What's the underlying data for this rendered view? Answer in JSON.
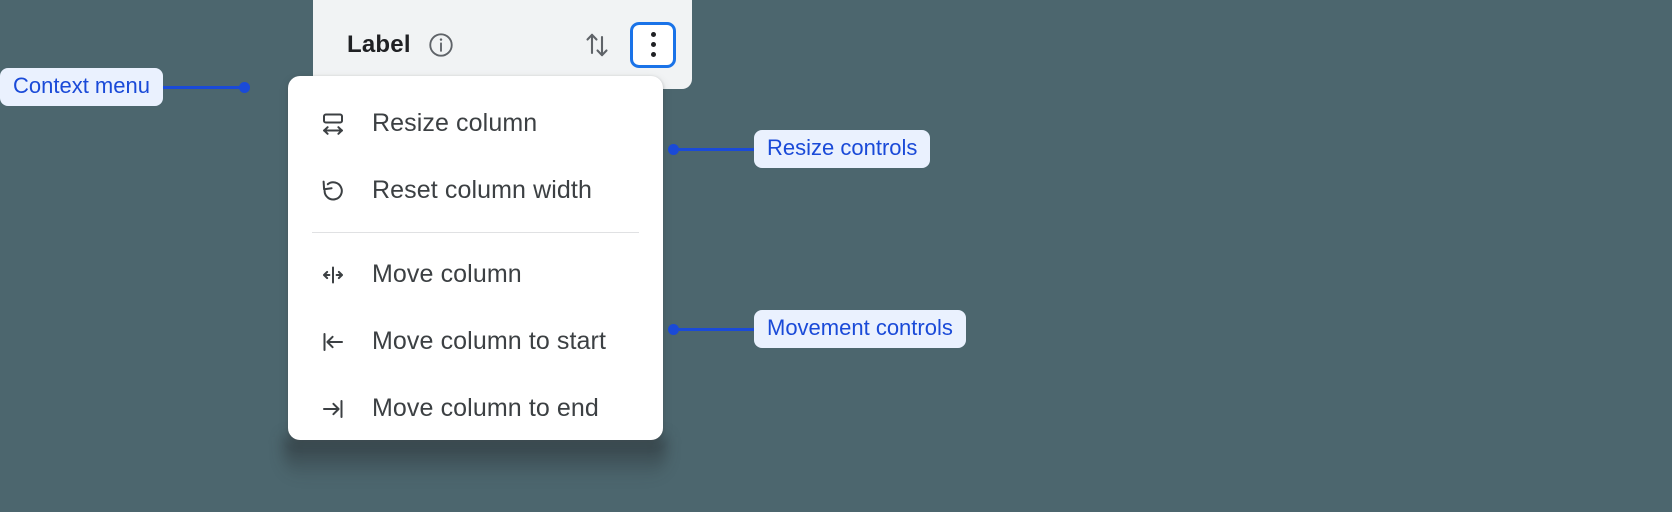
{
  "background_color": "#4c666e",
  "accent_color": "#1a73e8",
  "annotation_color": "#1a4ad8",
  "annotation_pill_bg": "#eaf1fe",
  "column_header": {
    "title": "Label",
    "info_icon": "info-circle-icon",
    "sort_icon": "sort-arrows-icon",
    "menu_button_icon": "kebab-menu-icon"
  },
  "context_menu": {
    "groups": [
      {
        "name": "resize",
        "items": [
          {
            "icon": "resize-column-icon",
            "label": "Resize column"
          },
          {
            "icon": "reset-width-icon",
            "label": "Reset column width"
          }
        ]
      },
      {
        "name": "movement",
        "items": [
          {
            "icon": "move-column-icon",
            "label": "Move column"
          },
          {
            "icon": "move-to-start-icon",
            "label": "Move column to start"
          },
          {
            "icon": "move-to-end-icon",
            "label": "Move column to end"
          }
        ]
      }
    ]
  },
  "annotations": [
    {
      "id": "context-menu",
      "label": "Context menu"
    },
    {
      "id": "resize-controls",
      "label": "Resize controls"
    },
    {
      "id": "movement-controls",
      "label": "Movement controls"
    }
  ]
}
